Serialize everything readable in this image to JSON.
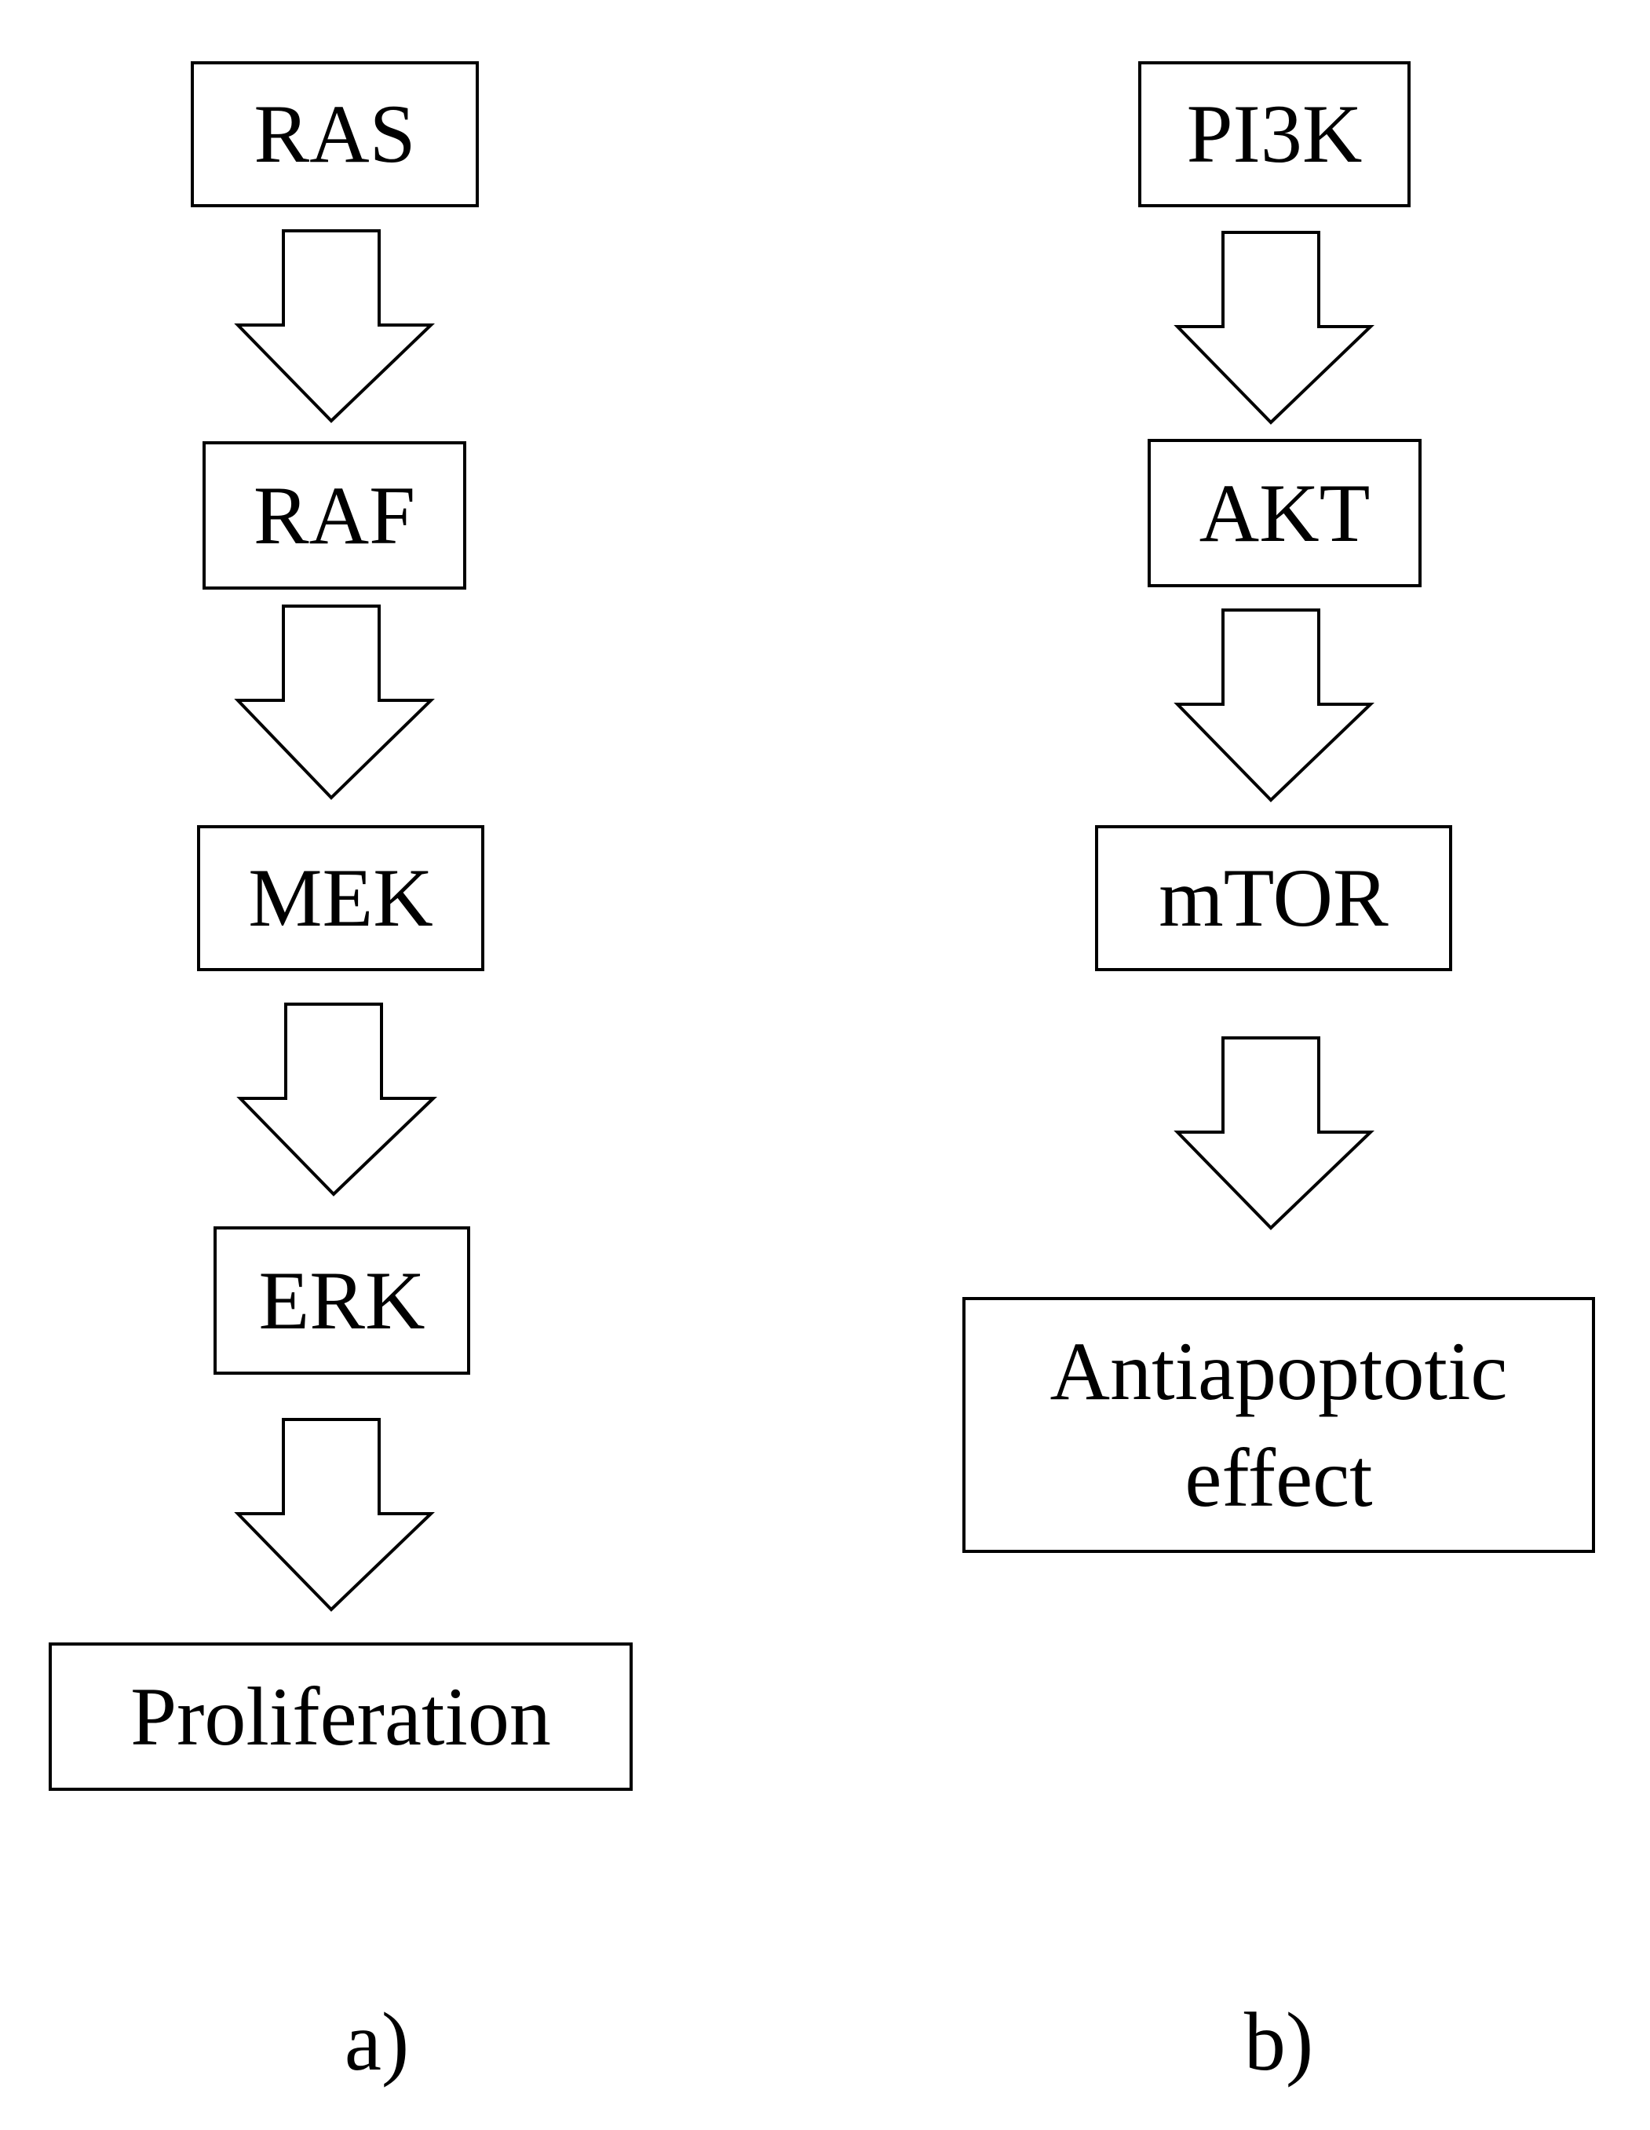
{
  "diagram": {
    "panel_a": {
      "nodes": [
        "RAS",
        "RAF",
        "MEK",
        "ERK",
        "Proliferation"
      ],
      "caption": "a)"
    },
    "panel_b": {
      "nodes": [
        "PI3K",
        "AKT",
        "mTOR",
        "Antiapoptotic\neffect"
      ],
      "caption": "b)"
    },
    "colors": {
      "line": "#000000",
      "fill": "#ffffff"
    }
  }
}
